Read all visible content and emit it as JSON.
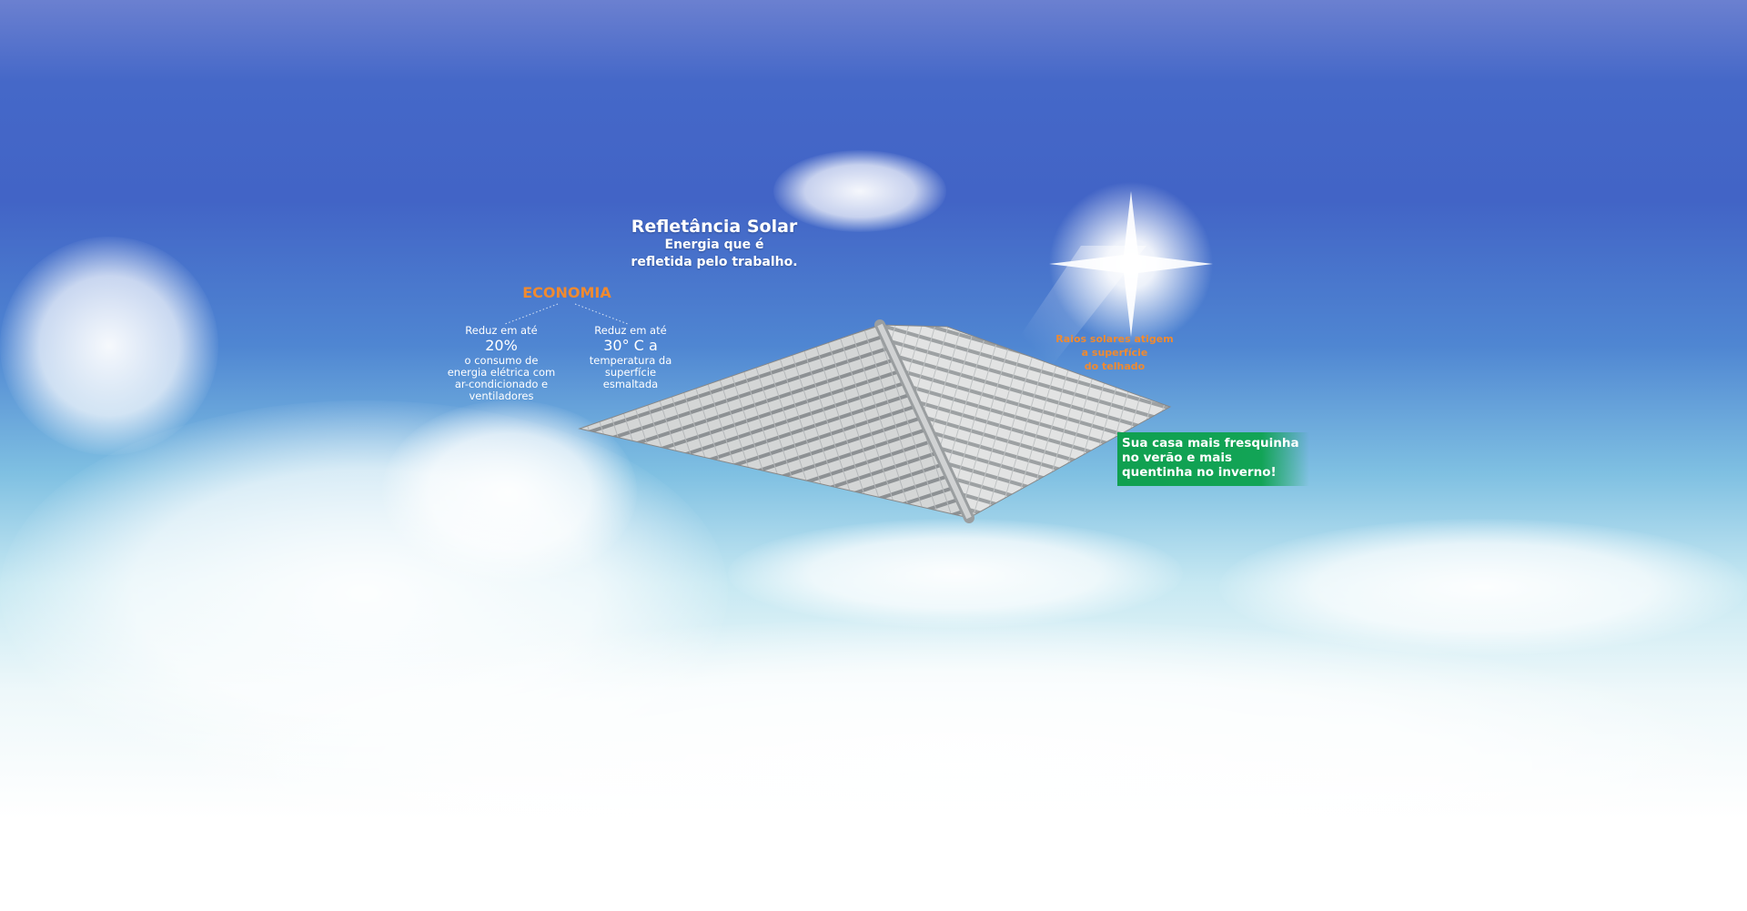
{
  "heading": {
    "title": "Refletância Solar",
    "subtitle_line1": "Energia que é",
    "subtitle_line2": "refletida pelo trabalho."
  },
  "economia": {
    "label": "ECONOMIA",
    "left": {
      "intro": "Reduz em até",
      "value": "20%",
      "lines": [
        "o consumo de",
        "energia  elétrica com",
        "ar-condicionado e",
        "ventiladores"
      ]
    },
    "right": {
      "intro": "Reduz em até",
      "value": "30° C a",
      "lines": [
        "temperatura da",
        "superfície",
        "esmaltada"
      ]
    }
  },
  "sun_note": {
    "lines": [
      "Raios solares atigem",
      "a superfície",
      "do telhado"
    ]
  },
  "callout": {
    "text": "Sua casa mais fresquinha no verão e mais quentinha no inverno!"
  },
  "colors": {
    "accent_orange": "#f08a30",
    "callout_green": "#12a456",
    "sky_blue": "#4264c6"
  }
}
